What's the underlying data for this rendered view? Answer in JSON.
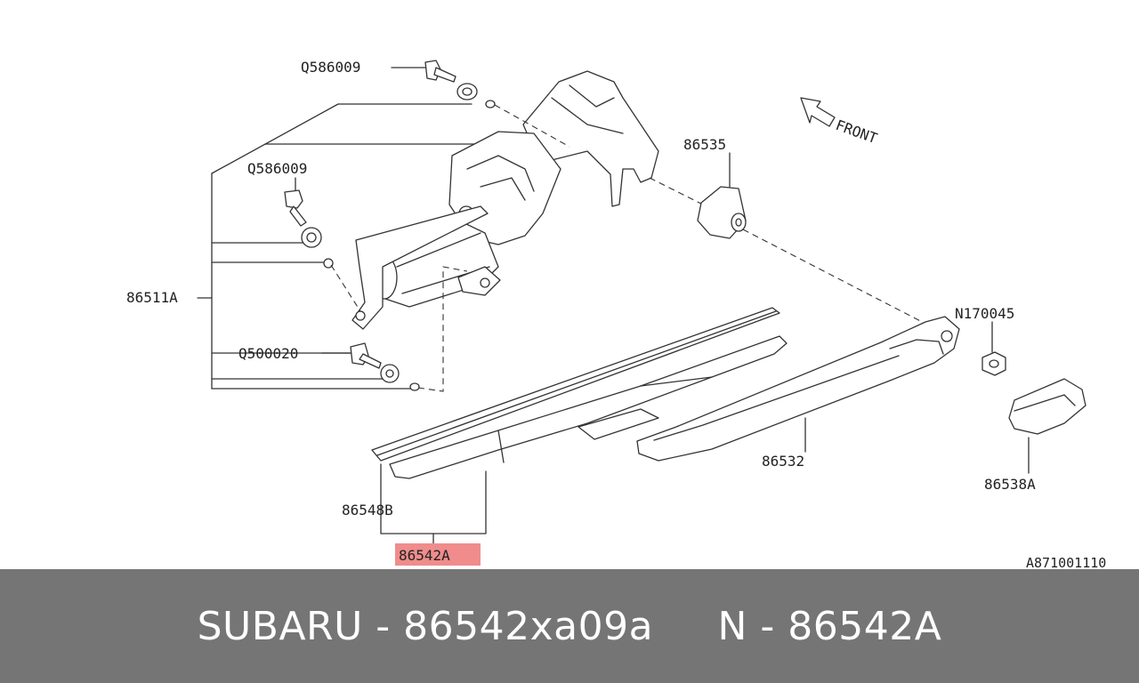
{
  "diagram": {
    "labels": {
      "q586009_top": "Q586009",
      "q586009_mid": "Q586009",
      "p86511a": "86511A",
      "q500020": "Q500020",
      "p86535": "86535",
      "front": "FRONT",
      "n170045": "N170045",
      "p86532": "86532",
      "p86538a": "86538A",
      "p86548b": "86548B",
      "p86542a": "86542A",
      "ref_code": "A871001110"
    },
    "highlight_color": "#f08c8c"
  },
  "banner": {
    "text": "SUBARU - 86542xa09a     N - 86542A",
    "background": "#757575",
    "color": "#ffffff"
  }
}
